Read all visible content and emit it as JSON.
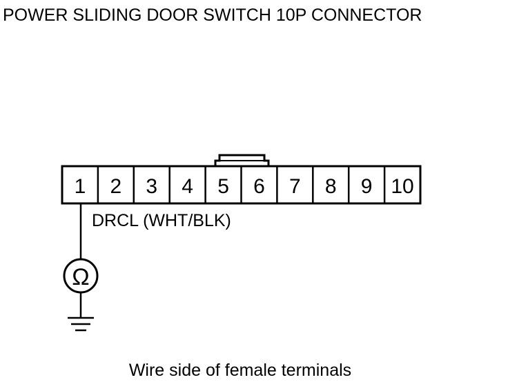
{
  "title": "POWER SLIDING DOOR SWITCH 10P CONNECTOR",
  "connector": {
    "pins": [
      "1",
      "2",
      "3",
      "4",
      "5",
      "6",
      "7",
      "8",
      "9",
      "10"
    ]
  },
  "wire_label": "DRCL (WHT/BLK)",
  "meter": {
    "symbol": "Ω",
    "icon": "ohmmeter-icon"
  },
  "ground": {
    "icon": "ground-symbol-icon"
  },
  "caption": "Wire side of female terminals",
  "colors": {
    "ink": "#000000",
    "background": "#ffffff"
  }
}
